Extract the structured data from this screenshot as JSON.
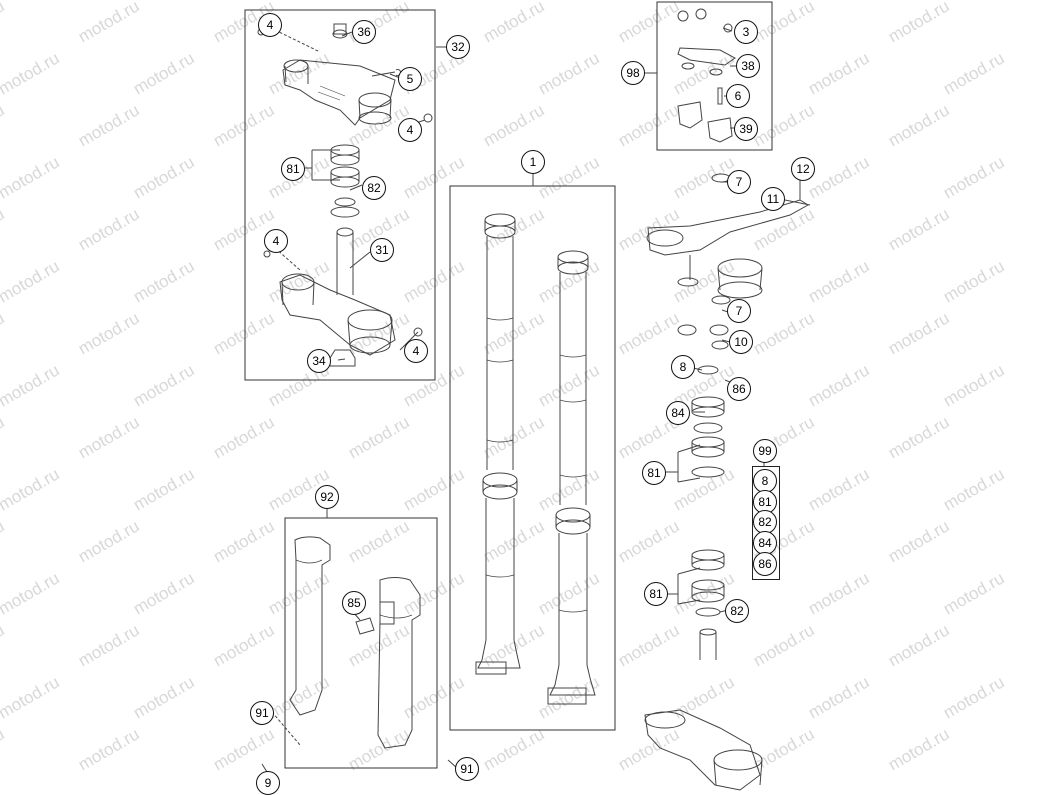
{
  "watermark": "motod.ru",
  "callouts": {
    "c1": "1",
    "c3": "3",
    "c4a": "4",
    "c4b": "4",
    "c4c": "4",
    "c4d": "4",
    "c5": "5",
    "c6": "6",
    "c7a": "7",
    "c7b": "7",
    "c8a": "8",
    "c8b": "8",
    "c9": "9",
    "c10": "10",
    "c11": "11",
    "c12": "12",
    "c31": "31",
    "c32": "32",
    "c34": "34",
    "c36": "36",
    "c38": "38",
    "c39": "39",
    "c81a": "81",
    "c81b": "81",
    "c81c": "81",
    "c81d": "81",
    "c82a": "82",
    "c82b": "82",
    "c82c": "82",
    "c84a": "84",
    "c84b": "84",
    "c85": "85",
    "c86a": "86",
    "c86b": "86",
    "c91a": "91",
    "c91b": "91",
    "c92": "92",
    "c98": "98",
    "c99": "99"
  }
}
